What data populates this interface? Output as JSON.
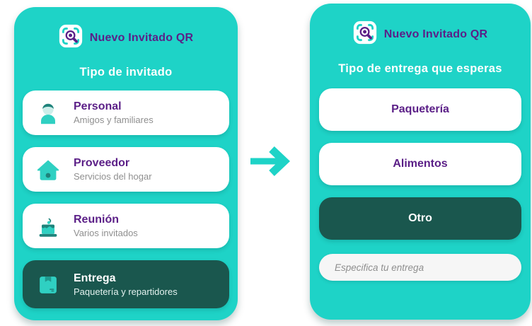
{
  "colors": {
    "teal_background": "#1ed3c7",
    "selected_dark": "#1a574e",
    "accent_purple": "#5b1f87",
    "muted_gray": "#8f8f8f",
    "card_white": "#ffffff"
  },
  "left_panel": {
    "app_title": "Nuevo Invitado QR",
    "app_icon": "qr-scan-search-icon",
    "subtitle": "Tipo de invitado",
    "options": [
      {
        "title": "Personal",
        "desc": "Amigos y familiares",
        "icon": "person-icon",
        "selected": false
      },
      {
        "title": "Proveedor",
        "desc": "Servicios del hogar",
        "icon": "house-icon",
        "selected": false
      },
      {
        "title": "Reunión",
        "desc": "Varios invitados",
        "icon": "cake-icon",
        "selected": false
      },
      {
        "title": "Entrega",
        "desc": "Paquetería y repartidores",
        "icon": "package-icon",
        "selected": true
      }
    ]
  },
  "right_panel": {
    "app_title": "Nuevo Invitado QR",
    "app_icon": "qr-scan-search-icon",
    "subtitle": "Tipo de entrega que esperas",
    "options": [
      {
        "label": "Paquetería",
        "selected": false
      },
      {
        "label": "Alimentos",
        "selected": false
      },
      {
        "label": "Otro",
        "selected": true
      }
    ],
    "input": {
      "value": "",
      "placeholder": "Especifica tu entrega"
    }
  },
  "transition": {
    "icon": "right-arrow-icon"
  }
}
